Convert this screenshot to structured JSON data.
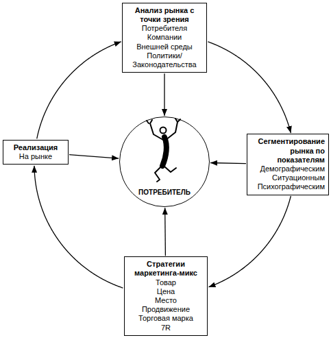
{
  "diagram": {
    "nodes": [
      {
        "text": [
          "Анализ рынка с точки зрения",
          "Потребителя",
          "Компании",
          "Внешней среды",
          "Политики/ Законодательства"
        ]
      },
      {
        "text": [
          "Реализация",
          "На рынке"
        ]
      },
      {
        "text": [
          "ПОТРЕБИТЕЛЬ"
        ]
      },
      {
        "text": [
          "Сегментирование рынка по показателям",
          "Демографическим",
          "Ситуационным",
          "Психографическим"
        ]
      },
      {
        "text": [
          "Стратегии маркетинга-микс",
          "Товар",
          "Цена",
          "Место",
          "Продвижение",
          "Торговая марка",
          "7R"
        ]
      }
    ],
    "edges": [
      {
        "from": 0,
        "to": 3,
        "arrow": "to"
      },
      {
        "from": 3,
        "to": 4,
        "arrow": "to"
      },
      {
        "from": 4,
        "to": 1,
        "arrow": "to"
      },
      {
        "from": 1,
        "to": 0,
        "arrow": "to"
      },
      {
        "from": 0,
        "to": 2,
        "arrow": "to"
      },
      {
        "from": 3,
        "to": 2,
        "arrow": "to"
      },
      {
        "from": 4,
        "to": 2,
        "arrow": "to"
      },
      {
        "from": 1,
        "to": 2,
        "arrow": "to"
      }
    ]
  }
}
